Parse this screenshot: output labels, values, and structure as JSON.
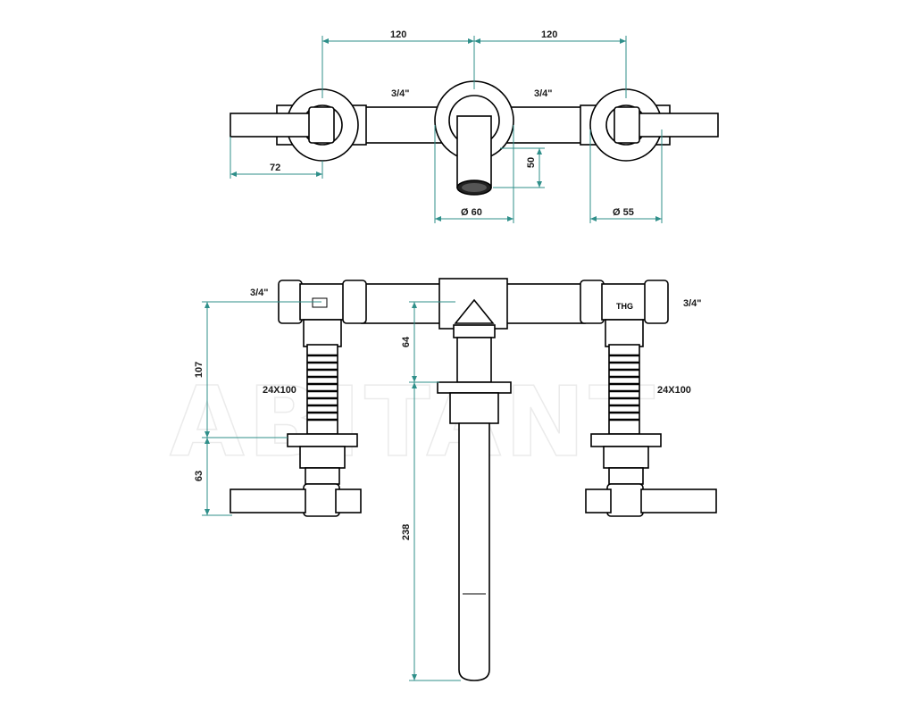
{
  "watermark": "ABITANT",
  "top_view": {
    "dim_left_spacing": "120",
    "dim_right_spacing": "120",
    "thread_left": "3/4\"",
    "thread_right": "3/4\"",
    "dim_lever": "72",
    "dim_spout_drop": "50",
    "dim_spout_plate": "Ø 60",
    "dim_handle_plate": "Ø 55"
  },
  "front_view": {
    "thread_left": "3/4\"",
    "thread_right": "3/4\"",
    "dim_body_height": "107",
    "dim_handle_height": "63",
    "dim_spout_offset": "64",
    "dim_spout_length": "238",
    "extension_left": "24X100",
    "extension_right": "24X100",
    "body_mark": "THG"
  },
  "colors": {
    "dimension": "#2f8f8a",
    "outline": "#000000",
    "watermark": "#ebebeb"
  }
}
